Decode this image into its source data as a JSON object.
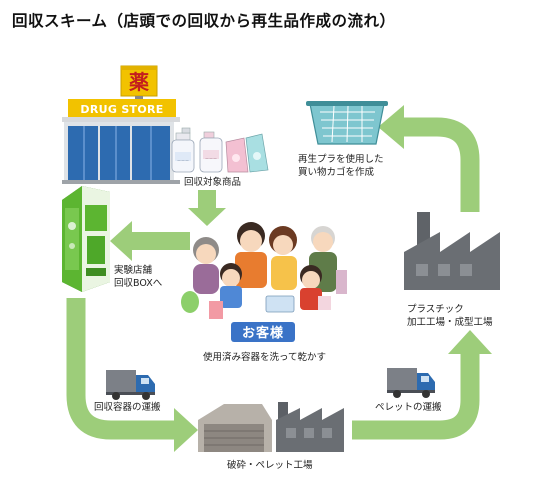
{
  "title": "回収スキーム（店頭での回収から再生品作成の流れ）",
  "store": {
    "sign_kanji": "薬",
    "sign_text": "DRUG STORE"
  },
  "items_label": "回収対象商品",
  "bottle_labels": [
    "ーーー",
    "ーーー"
  ],
  "box_label": "実験店舗\n回収BOXへ",
  "customers": {
    "badge": "お客様",
    "caption": "使用済み容器を洗って乾かす"
  },
  "truck_left_label": "回収容器の運搬",
  "factory_center_label": "破砕・ペレット工場",
  "truck_right_label": "ペレットの運搬",
  "factory_right_label": "プラスチック\n加工工場・成型工場",
  "basket_label": "再生プラを使用した\n買い物カゴを作成",
  "colors": {
    "arrow": "#9dcd7a",
    "factory": "#6a6e73",
    "box_green": "#5cb531",
    "store_blue": "#2d6bb0",
    "sign_yellow": "#f2c200",
    "badge": "#3a73c7",
    "basket": "#7ec6cf"
  }
}
